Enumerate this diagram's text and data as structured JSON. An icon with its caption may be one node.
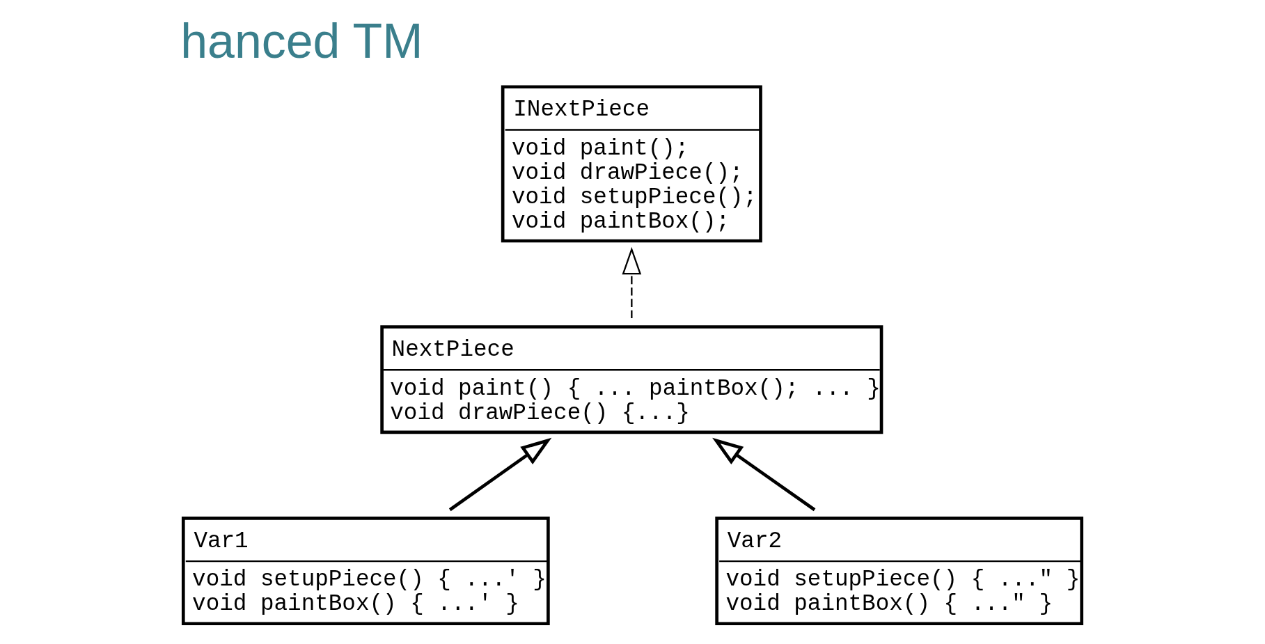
{
  "diagram": {
    "title": "hanced TM",
    "nodes": [
      {
        "text": [
          "INextPiece",
          "void paint();",
          "void drawPiece();",
          "void setupPiece();",
          "void paintBox();"
        ]
      },
      {
        "text": [
          "NextPiece",
          "void paint() { ... paintBox(); ... }",
          "void drawPiece() {...}"
        ]
      },
      {
        "text": [
          "Var1",
          "void setupPiece() { ...' }",
          "void paintBox() { ...' }"
        ]
      },
      {
        "text": [
          "Var2",
          "void setupPiece() { ...\" }",
          "void paintBox() { ...\" }"
        ]
      }
    ],
    "edges": [
      {
        "from": 1,
        "to": 0,
        "arrow": "to",
        "style": "dashed"
      },
      {
        "from": 2,
        "to": 1,
        "arrow": "to"
      },
      {
        "from": 3,
        "to": 1,
        "arrow": "to"
      }
    ]
  }
}
